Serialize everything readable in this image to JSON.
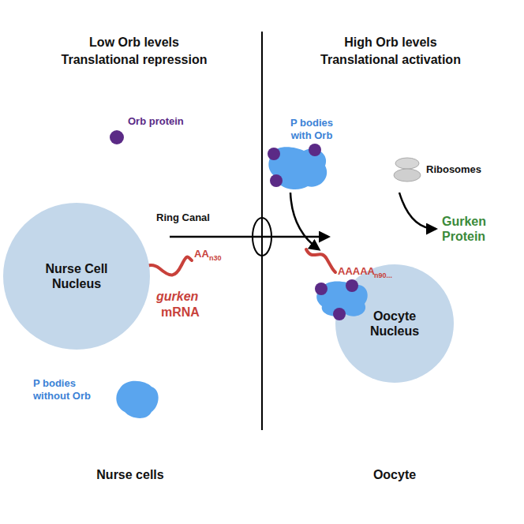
{
  "diagram": {
    "nodes": [
      {
        "text": [
          "Nurse Cell Nucleus"
        ]
      },
      {
        "text": [
          "Oocyte Nucleus"
        ]
      }
    ],
    "labels": [
      "Low Orb levels",
      "Translational repression",
      "High Orb levels",
      "Translational activation",
      "Orb protein",
      "P bodies with Orb",
      "Ribosomes",
      "Ring Canal",
      "Gurken Protein",
      "AA",
      "n30",
      "gurken",
      "mRNA",
      "AAAAA",
      "n90...",
      "P bodies without Orb",
      "Nurse cells",
      "Oocyte"
    ]
  }
}
